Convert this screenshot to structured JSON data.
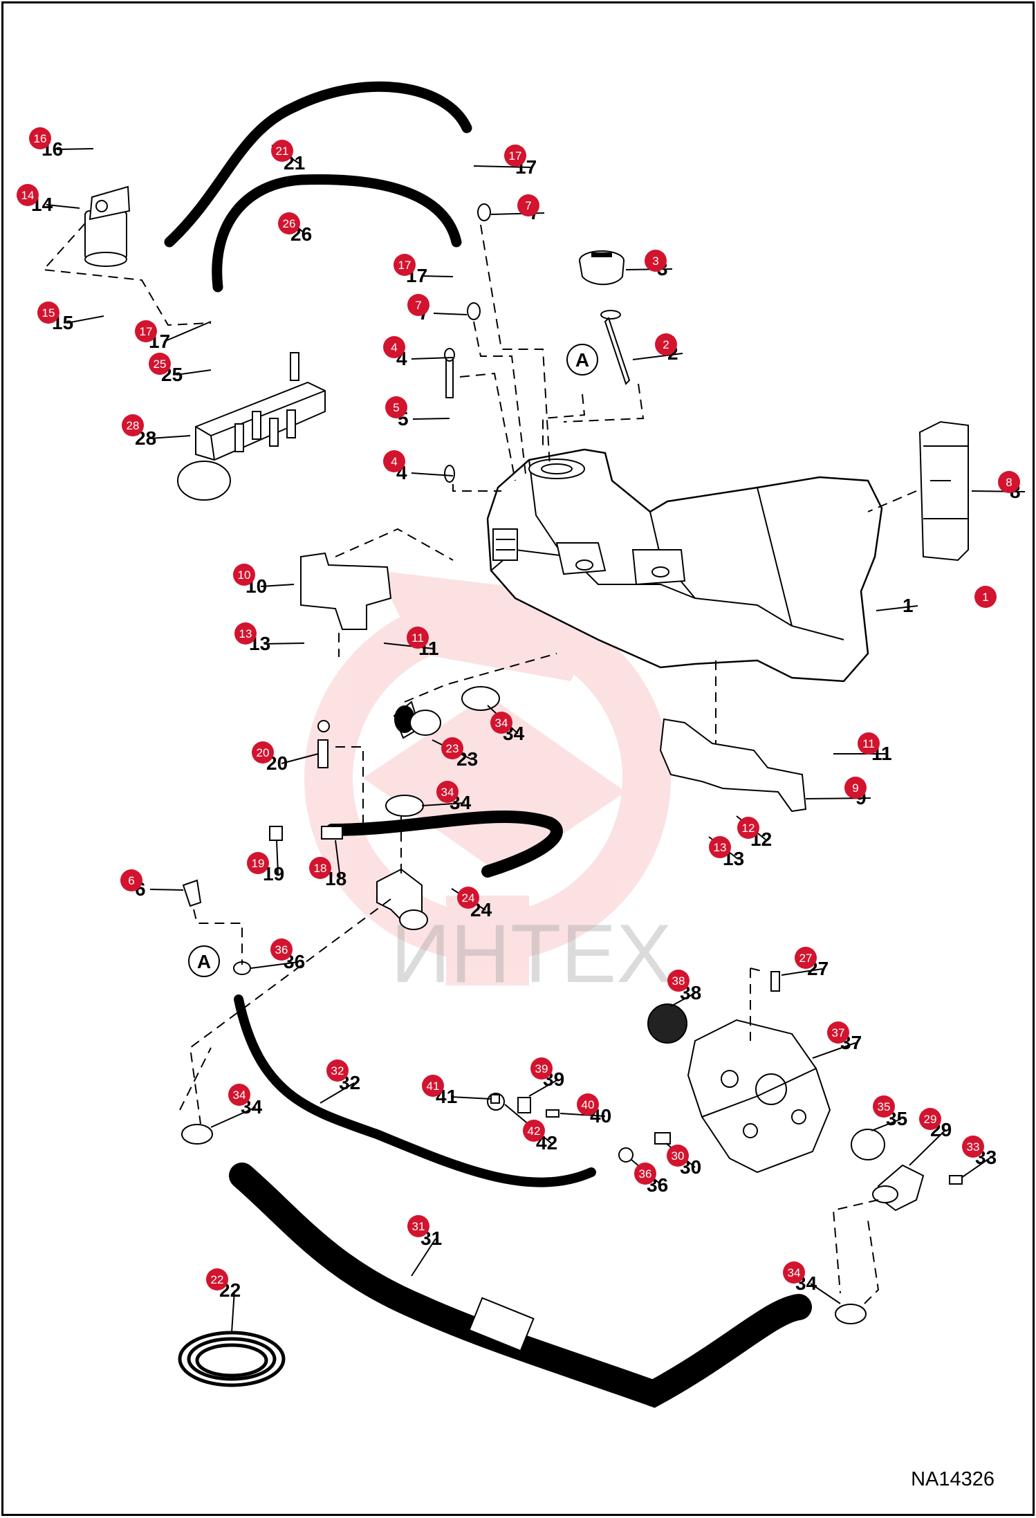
{
  "drawing_code": "NA14326",
  "watermark_text": "ИНТЕХ",
  "view_ref": "A",
  "colors": {
    "badge": "#d2142f",
    "ink": "#000000",
    "watermark": "#e8343c"
  },
  "callouts": [
    {
      "id": "1",
      "label": "1"
    },
    {
      "id": "2",
      "label": "2"
    },
    {
      "id": "3",
      "label": "3"
    },
    {
      "id": "4a",
      "label": "4"
    },
    {
      "id": "4b",
      "label": "4"
    },
    {
      "id": "5",
      "label": "5"
    },
    {
      "id": "6",
      "label": "6"
    },
    {
      "id": "7a",
      "label": "7"
    },
    {
      "id": "7b",
      "label": "7"
    },
    {
      "id": "8",
      "label": "8"
    },
    {
      "id": "9",
      "label": "9"
    },
    {
      "id": "10",
      "label": "10"
    },
    {
      "id": "11a",
      "label": "11"
    },
    {
      "id": "11b",
      "label": "11"
    },
    {
      "id": "12",
      "label": "12"
    },
    {
      "id": "13a",
      "label": "13"
    },
    {
      "id": "13b",
      "label": "13"
    },
    {
      "id": "14",
      "label": "14"
    },
    {
      "id": "15",
      "label": "15"
    },
    {
      "id": "16",
      "label": "16"
    },
    {
      "id": "17a",
      "label": "17"
    },
    {
      "id": "17b",
      "label": "17"
    },
    {
      "id": "17c",
      "label": "17"
    },
    {
      "id": "18",
      "label": "18"
    },
    {
      "id": "19",
      "label": "19"
    },
    {
      "id": "20",
      "label": "20"
    },
    {
      "id": "21",
      "label": "21"
    },
    {
      "id": "22",
      "label": "22"
    },
    {
      "id": "23",
      "label": "23"
    },
    {
      "id": "24",
      "label": "24"
    },
    {
      "id": "25",
      "label": "25"
    },
    {
      "id": "26",
      "label": "26"
    },
    {
      "id": "27",
      "label": "27"
    },
    {
      "id": "28",
      "label": "28"
    },
    {
      "id": "29",
      "label": "29"
    },
    {
      "id": "30",
      "label": "30"
    },
    {
      "id": "31",
      "label": "31"
    },
    {
      "id": "32",
      "label": "32"
    },
    {
      "id": "33",
      "label": "33"
    },
    {
      "id": "34a",
      "label": "34"
    },
    {
      "id": "34b",
      "label": "34"
    },
    {
      "id": "34c",
      "label": "34"
    },
    {
      "id": "34d",
      "label": "34"
    },
    {
      "id": "35",
      "label": "35"
    },
    {
      "id": "36a",
      "label": "36"
    },
    {
      "id": "36b",
      "label": "36"
    },
    {
      "id": "37",
      "label": "37"
    },
    {
      "id": "38",
      "label": "38"
    },
    {
      "id": "39",
      "label": "39"
    },
    {
      "id": "40",
      "label": "40"
    },
    {
      "id": "41",
      "label": "41"
    },
    {
      "id": "42",
      "label": "42"
    }
  ]
}
